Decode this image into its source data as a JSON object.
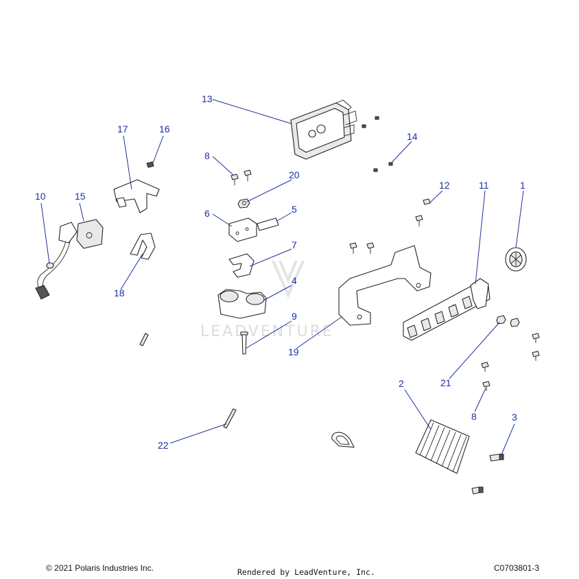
{
  "footer": {
    "copyright": "© 2021 Polaris Industries Inc.",
    "rendered_by": "Rendered by LeadVenture, Inc.",
    "diagram_code": "C0703801-3"
  },
  "watermark": "LEADVENTURE",
  "callouts": {
    "c1": "1",
    "c2": "2",
    "c3": "3",
    "c4": "4",
    "c5": "5",
    "c6": "6",
    "c7": "7",
    "c8a": "8",
    "c8b": "8",
    "c9": "9",
    "c10": "10",
    "c11": "11",
    "c12": "12",
    "c13": "13",
    "c14": "14",
    "c15": "15",
    "c16": "16",
    "c17": "17",
    "c18": "18",
    "c19": "19",
    "c20": "20",
    "c21": "21",
    "c22": "22"
  },
  "colors": {
    "callout": "#1a2fa0",
    "line_art": "#222222",
    "watermark": "#dcdcdc"
  }
}
